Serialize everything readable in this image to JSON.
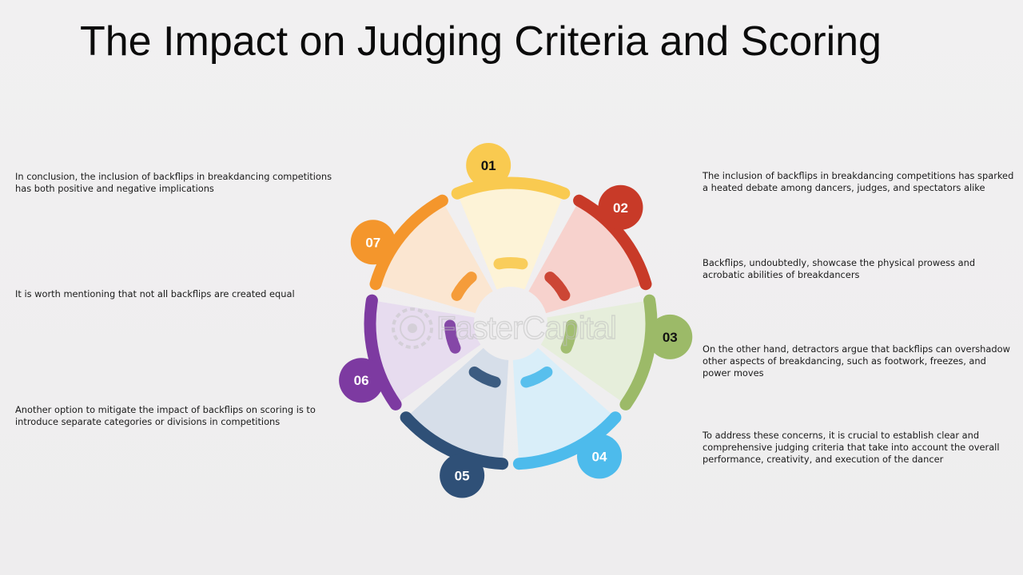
{
  "title": "The Impact on Judging Criteria and Scoring",
  "watermark": {
    "text": "FasterCapital",
    "icon": "gear-icon"
  },
  "segments": [
    {
      "number": "01",
      "color": "#f9ca50",
      "light_color": "#fdf3d7",
      "text": "The inclusion of backflips in breakdancing competitions has sparked a heated debate among dancers, judges, and spectators alike"
    },
    {
      "number": "02",
      "color": "#c83a28",
      "light_color": "#f7d2cd",
      "text": "Backflips, undoubtedly, showcase the physical prowess and acrobatic abilities of breakdancers"
    },
    {
      "number": "03",
      "color": "#9cba68",
      "light_color": "#e6eedb",
      "text": "On the other hand, detractors argue that backflips can overshadow other aspects of breakdancing, such as footwork, freezes, and power moves"
    },
    {
      "number": "04",
      "color": "#4dbbec",
      "light_color": "#d9eef9",
      "text": "To address these concerns, it is crucial to establish clear and comprehensive judging criteria that take into account the overall performance, creativity, and execution of the dancer"
    },
    {
      "number": "05",
      "color": "#2f5077",
      "light_color": "#d6dee9",
      "text": "Another option to mitigate the impact of backflips on scoring is to introduce separate categories or divisions in competitions"
    },
    {
      "number": "06",
      "color": "#7d3aa1",
      "light_color": "#e7dcef",
      "text": "It is worth mentioning that not all backflips are created equal"
    },
    {
      "number": "07",
      "color": "#f4962c",
      "light_color": "#fbe6d1",
      "text": "In conclusion, the inclusion of backflips in breakdancing competitions has both positive and negative implications"
    }
  ]
}
